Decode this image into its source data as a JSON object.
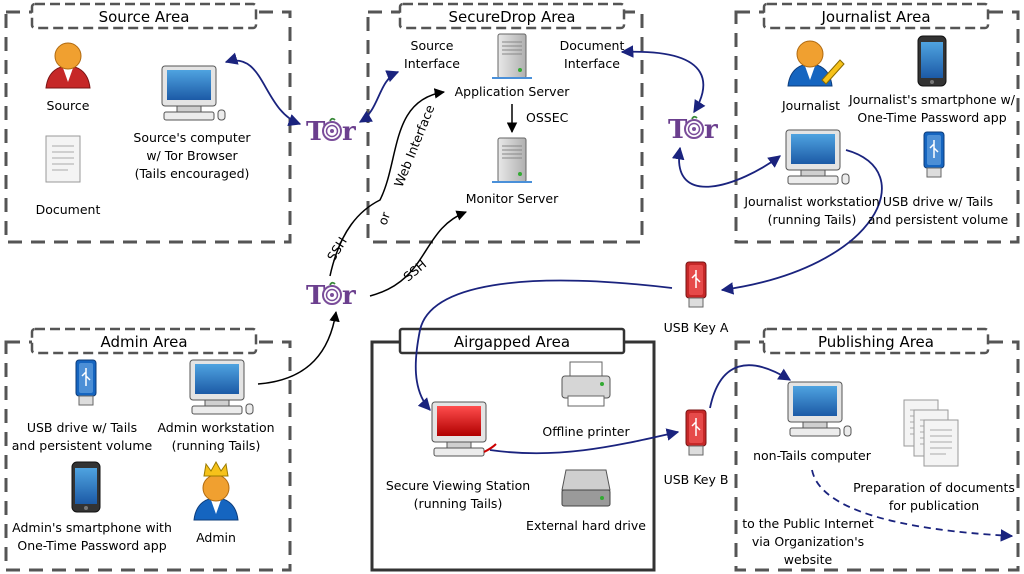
{
  "areas": {
    "source": "Source Area",
    "securedrop": "SecureDrop Area",
    "journalist": "Journalist Area",
    "admin": "Admin Area",
    "airgapped": "Airgapped Area",
    "publishing": "Publishing Area"
  },
  "source_area": {
    "source": "Source",
    "document": "Document",
    "computer": [
      "Source's computer",
      "w/ Tor Browser",
      "(Tails encouraged)"
    ]
  },
  "securedrop_area": {
    "source_interface": [
      "Source",
      "Interface"
    ],
    "document_interface": [
      "Document",
      "Interface"
    ],
    "app_server": "Application Server",
    "ossec": "OSSEC",
    "monitor_server": "Monitor Server"
  },
  "journalist_area": {
    "journalist": "Journalist",
    "smartphone": [
      "Journalist's smartphone w/",
      "One-Time Password app"
    ],
    "workstation": [
      "Journalist workstation",
      "(running Tails)"
    ],
    "usb": [
      "USB drive w/ Tails",
      "and persistent volume"
    ]
  },
  "admin_area": {
    "usb": [
      "USB drive w/ Tails",
      "and persistent volume"
    ],
    "workstation": [
      "Admin workstation",
      "(running Tails)"
    ],
    "smartphone": [
      "Admin's smartphone with",
      "One-Time Password app"
    ],
    "admin": "Admin"
  },
  "airgapped_area": {
    "svs": [
      "Secure Viewing Station",
      "(running Tails)"
    ],
    "printer": "Offline printer",
    "hdd": "External hard drive"
  },
  "publishing_area": {
    "computer": "non-Tails computer",
    "docs": [
      "Preparation of documents",
      "for publication"
    ],
    "internet": [
      "to the Public Internet",
      "via Organization's",
      "website"
    ]
  },
  "links": {
    "web_interface": "Web Interface",
    "or": "or",
    "ssh1": "SSH",
    "ssh2": "SSH",
    "usb_key_a": "USB Key A",
    "usb_key_b": "USB Key B"
  },
  "tor_logo": "Tor",
  "colors": {
    "box_border": "#555555",
    "arrow_blue": "#1a237e",
    "arrow_black": "#000000",
    "tor_purple": "#6b3f8e",
    "tor_onion": "#7a4d9a",
    "usb_red": "#d32f2f",
    "usb_blue": "#1565c0",
    "person_red": "#c62828",
    "person_blue": "#1565c0"
  },
  "icons": [
    "person-red-icon",
    "document-icon",
    "computer-icon",
    "tor-logo-icon",
    "server-icon",
    "person-pencil-icon",
    "smartphone-icon",
    "usb-blue-icon",
    "usb-red-icon",
    "computer-red-icon",
    "printer-icon",
    "hard-drive-icon",
    "papers-icon",
    "person-crown-icon"
  ]
}
